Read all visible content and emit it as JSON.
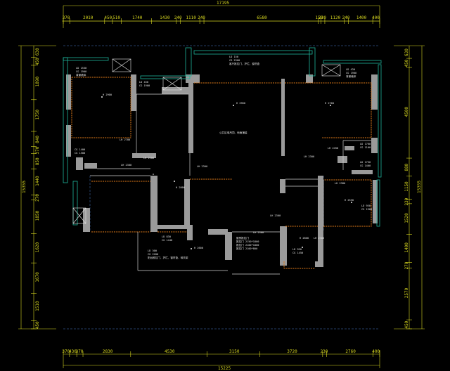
{
  "app": {
    "name": "CAD floor plan viewer"
  },
  "colors": {
    "background": "#000000",
    "dimension": "#d8d820",
    "wall": "#9a9a9a",
    "window": "#1fb39a",
    "orange": "#e07a18",
    "guide": "#4a78c8",
    "text": "#e8e8e8"
  },
  "dimensions": {
    "top_total": "17195",
    "top": [
      "370",
      "2010",
      "450",
      "510",
      "1740",
      "1430",
      "240",
      "1110",
      "240",
      "6580",
      "150",
      "230",
      "1120",
      "240",
      "1400",
      "400"
    ],
    "bottom_total": "15225",
    "bottom": [
      "370",
      "430",
      "370",
      "2830",
      "4530",
      "3150",
      "3720",
      "230",
      "2760",
      "400"
    ],
    "left": [
      "630",
      "450",
      "1890",
      "1750",
      "840",
      "370",
      "850",
      "1440",
      "270",
      "1850",
      "1620",
      "1670",
      "1510",
      "450"
    ],
    "left_total": "15355",
    "right": [
      "630",
      "450",
      "4500",
      "880",
      "1150",
      "230",
      "1520",
      "1400",
      "270",
      "2570",
      "450"
    ],
    "right_total": "15355"
  },
  "labels": {
    "bedroom_1": [
      "LD 1530",
      "CG 1900",
      "背景墙体"
    ],
    "bedroom_1b": [
      "CG 1400",
      "CG 1500"
    ],
    "kitchen_top": [
      "LD 430",
      "CG 1900"
    ],
    "living_top": [
      "LD 150",
      "CG 2300",
      "客厅推拉门、护栏、窗帘盒"
    ],
    "master_top": [
      "LD 430",
      "CG 1900",
      "背景墙体"
    ],
    "living_center": "公共区域吊顶、地面铺装",
    "h2900a": "H 2900",
    "h2900b": "H 2700",
    "h2900c": "H 2900",
    "lh2700": "LH 2700",
    "lh2300a": "LH 2300",
    "lh2300b": "LH 2300",
    "lh2300c": "LH 2300",
    "lh2300d": "LH 2300",
    "lh2300e": "LH 2300",
    "lh2450": "LH 2450",
    "lh2380": "LH 2380",
    "lh2300f": "LH 2300",
    "right_mid": [
      "LD 1760",
      "CG 1100"
    ],
    "right_mid2": [
      "LD 1750",
      "CG 1400"
    ],
    "right_lower": [
      "LD 950",
      "CG 1900"
    ],
    "h2550": "H 2550",
    "bottom_left": [
      "LD 830",
      "CG 1440"
    ],
    "bottom_left2": [
      "LD 300",
      "CG 2200",
      "阳台推拉门、护栏、窗帘盒、晾衣架"
    ],
    "bottom_center": [
      "厨房推拉门",
      "推拉门 2150*1800",
      "推拉门 2100*1800",
      "推拉门 2100*800"
    ],
    "bottom_right": [
      "LD 950",
      "CG 1450"
    ],
    "bottom_center2": "LH 2300",
    "bottom_h2600": "H 2600",
    "bottom_h2800": "H 2800",
    "bath_h": "H 2800"
  }
}
